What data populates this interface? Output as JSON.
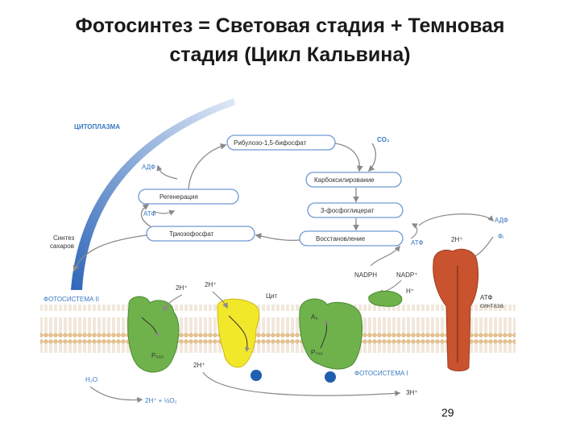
{
  "title": {
    "line1": "Фотосинтез = Световая стадия + Темновая",
    "line2": "стадия (Цикл Кальвина)"
  },
  "labels": {
    "cytoplasm": "ЦИТОПЛАЗМА",
    "ribulose": "Рибулозо-1,5-бифосфат",
    "co2": "CO₂",
    "carboxylation": "Карбоксилирование",
    "pga": "3-фосфоглицерат",
    "reduction": "Восстановление",
    "regeneration": "Регенерация",
    "triose": "Триозофосфат",
    "adp1": "АДФ",
    "atp1": "АТФ",
    "sugar_synthesis_1": "Синтез",
    "sugar_synthesis_2": "сахаров",
    "atp2": "АТФ",
    "adp2": "АДФ",
    "pi": "Фᵢ",
    "h2_right": "2Н⁺",
    "nadph": "NADPH",
    "nadp": "NADP⁺",
    "h_plus": "Н⁺",
    "atp_synthase_1": "АТФ",
    "atp_synthase_2": "синтаза",
    "photosystem2": "ФОТОСИСТЕМА II",
    "photosystem1": "ФОТОСИСТЕМА I",
    "h2_a": "2Н⁺",
    "h2_b": "2Н⁺",
    "cyt": "Цит",
    "a0": "A₀",
    "p680": "P₆₈₀",
    "p700": "P₇₀₀",
    "h2o": "H₂O",
    "h2_c": "2Н⁺",
    "h2_bottom": "2Н⁺ + ½O₂",
    "h3_bottom": "3Н⁺"
  },
  "colors": {
    "green_protein": "#6fb24c",
    "yellow_protein": "#f2e82a",
    "red_protein": "#c9532e",
    "blue_dot": "#1f5fb0",
    "arrow": "#8a8a8a",
    "box_border": "#6f9ad3",
    "cytoplasm_arc": "#3a78c2"
  },
  "page_number": "29"
}
